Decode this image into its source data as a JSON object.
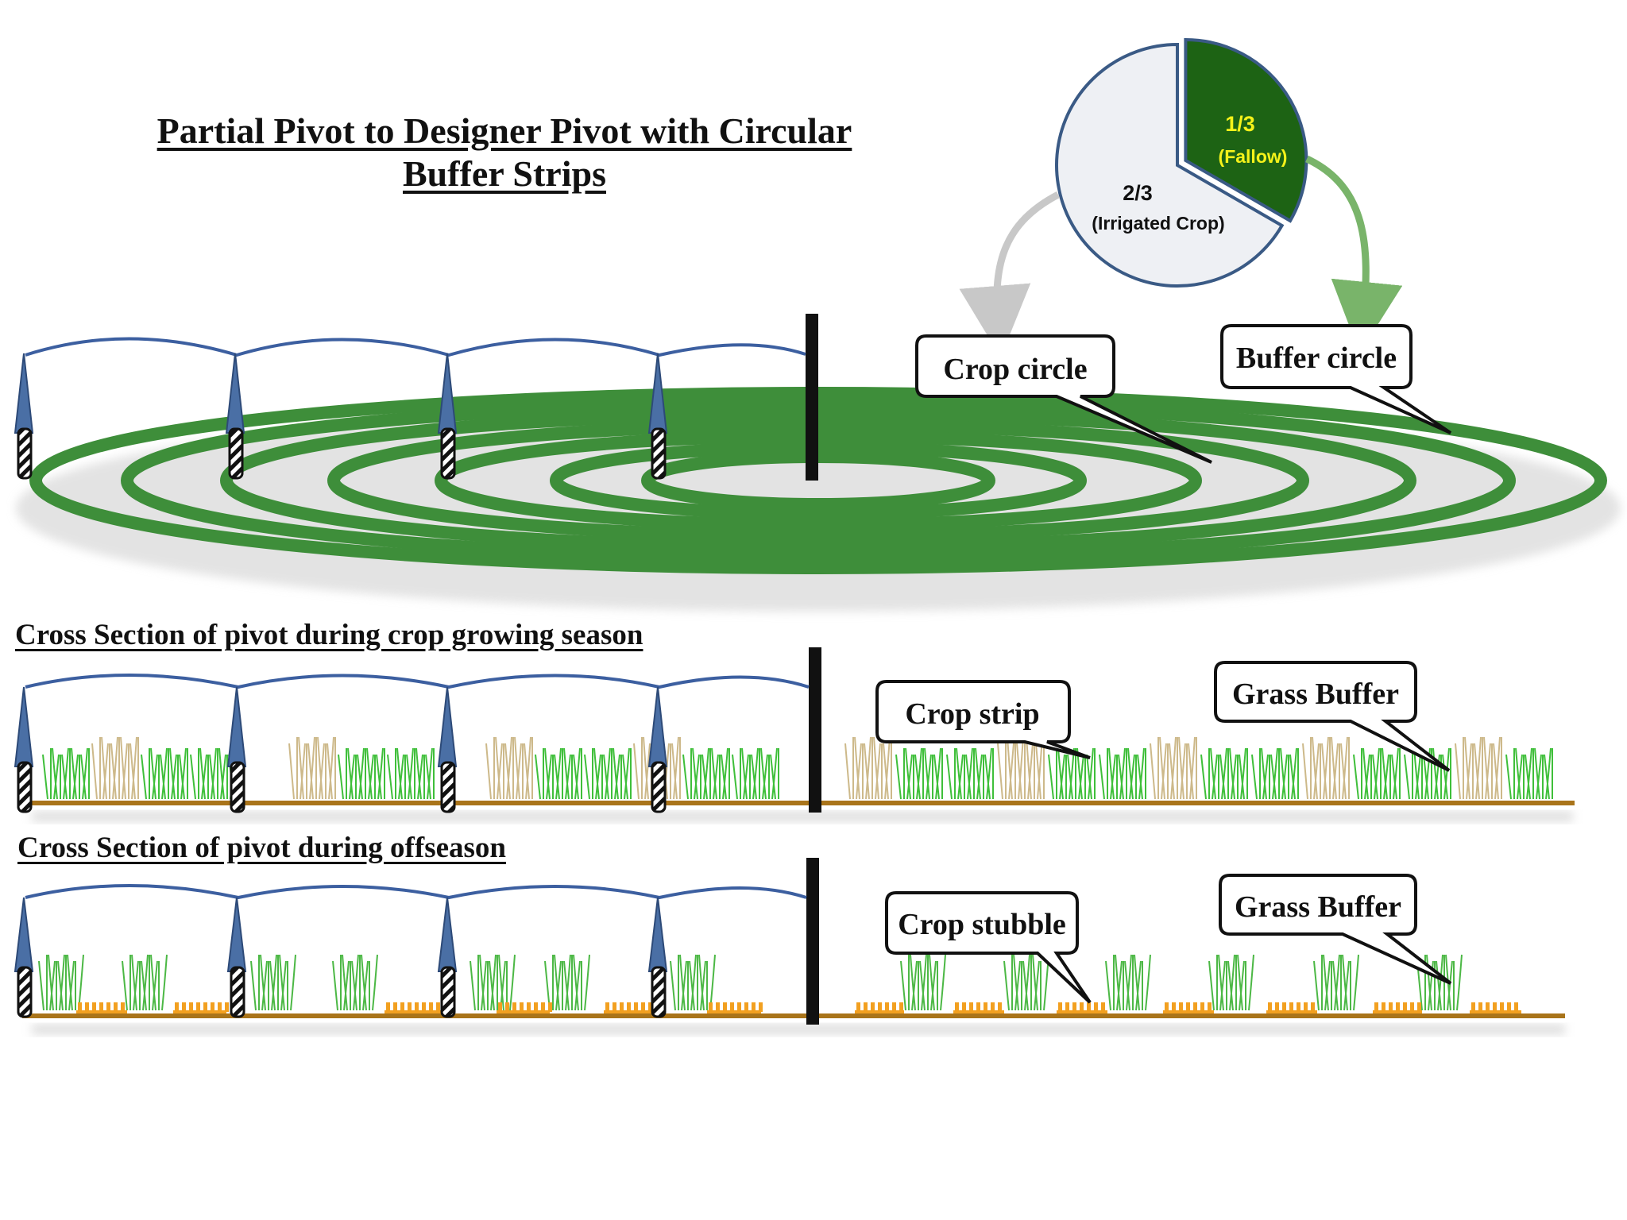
{
  "title": {
    "line1": "Partial Pivot to Designer Pivot with Circular",
    "line2": "Buffer Strips"
  },
  "pie": {
    "irrigated_fraction": "2/3",
    "irrigated_label": "(Irrigated Crop)",
    "fallow_fraction": "1/3",
    "fallow_label": "(Fallow)",
    "irrigated_share": 0.6667,
    "fallow_share": 0.3333
  },
  "top_view": {
    "crop_circle_label": "Crop circle",
    "buffer_circle_label": "Buffer circle"
  },
  "growing_season": {
    "heading": "Cross Section of pivot during crop growing season",
    "crop_label": "Crop strip",
    "grass_label": "Grass Buffer"
  },
  "offseason": {
    "heading": "Cross Section of pivot during offseason",
    "crop_label": "Crop stubble",
    "grass_label": "Grass Buffer"
  },
  "colors": {
    "ring_green": "#3e8e3a",
    "pivot_blue": "#4a6fa5",
    "span_line": "#3c5fa0",
    "fallow_green": "#1d6314",
    "pie_fill": "#eef0f4",
    "pie_border": "#3a5a85",
    "fallow_text": "#f5f21a",
    "crop_green": "#3fbf3a",
    "grass_tan": "#cdb98a",
    "stubble_orange": "#f2a020",
    "soil": "#a9741a",
    "arrow_gray": "#c8c8c8",
    "arrow_green": "#79b46a"
  }
}
